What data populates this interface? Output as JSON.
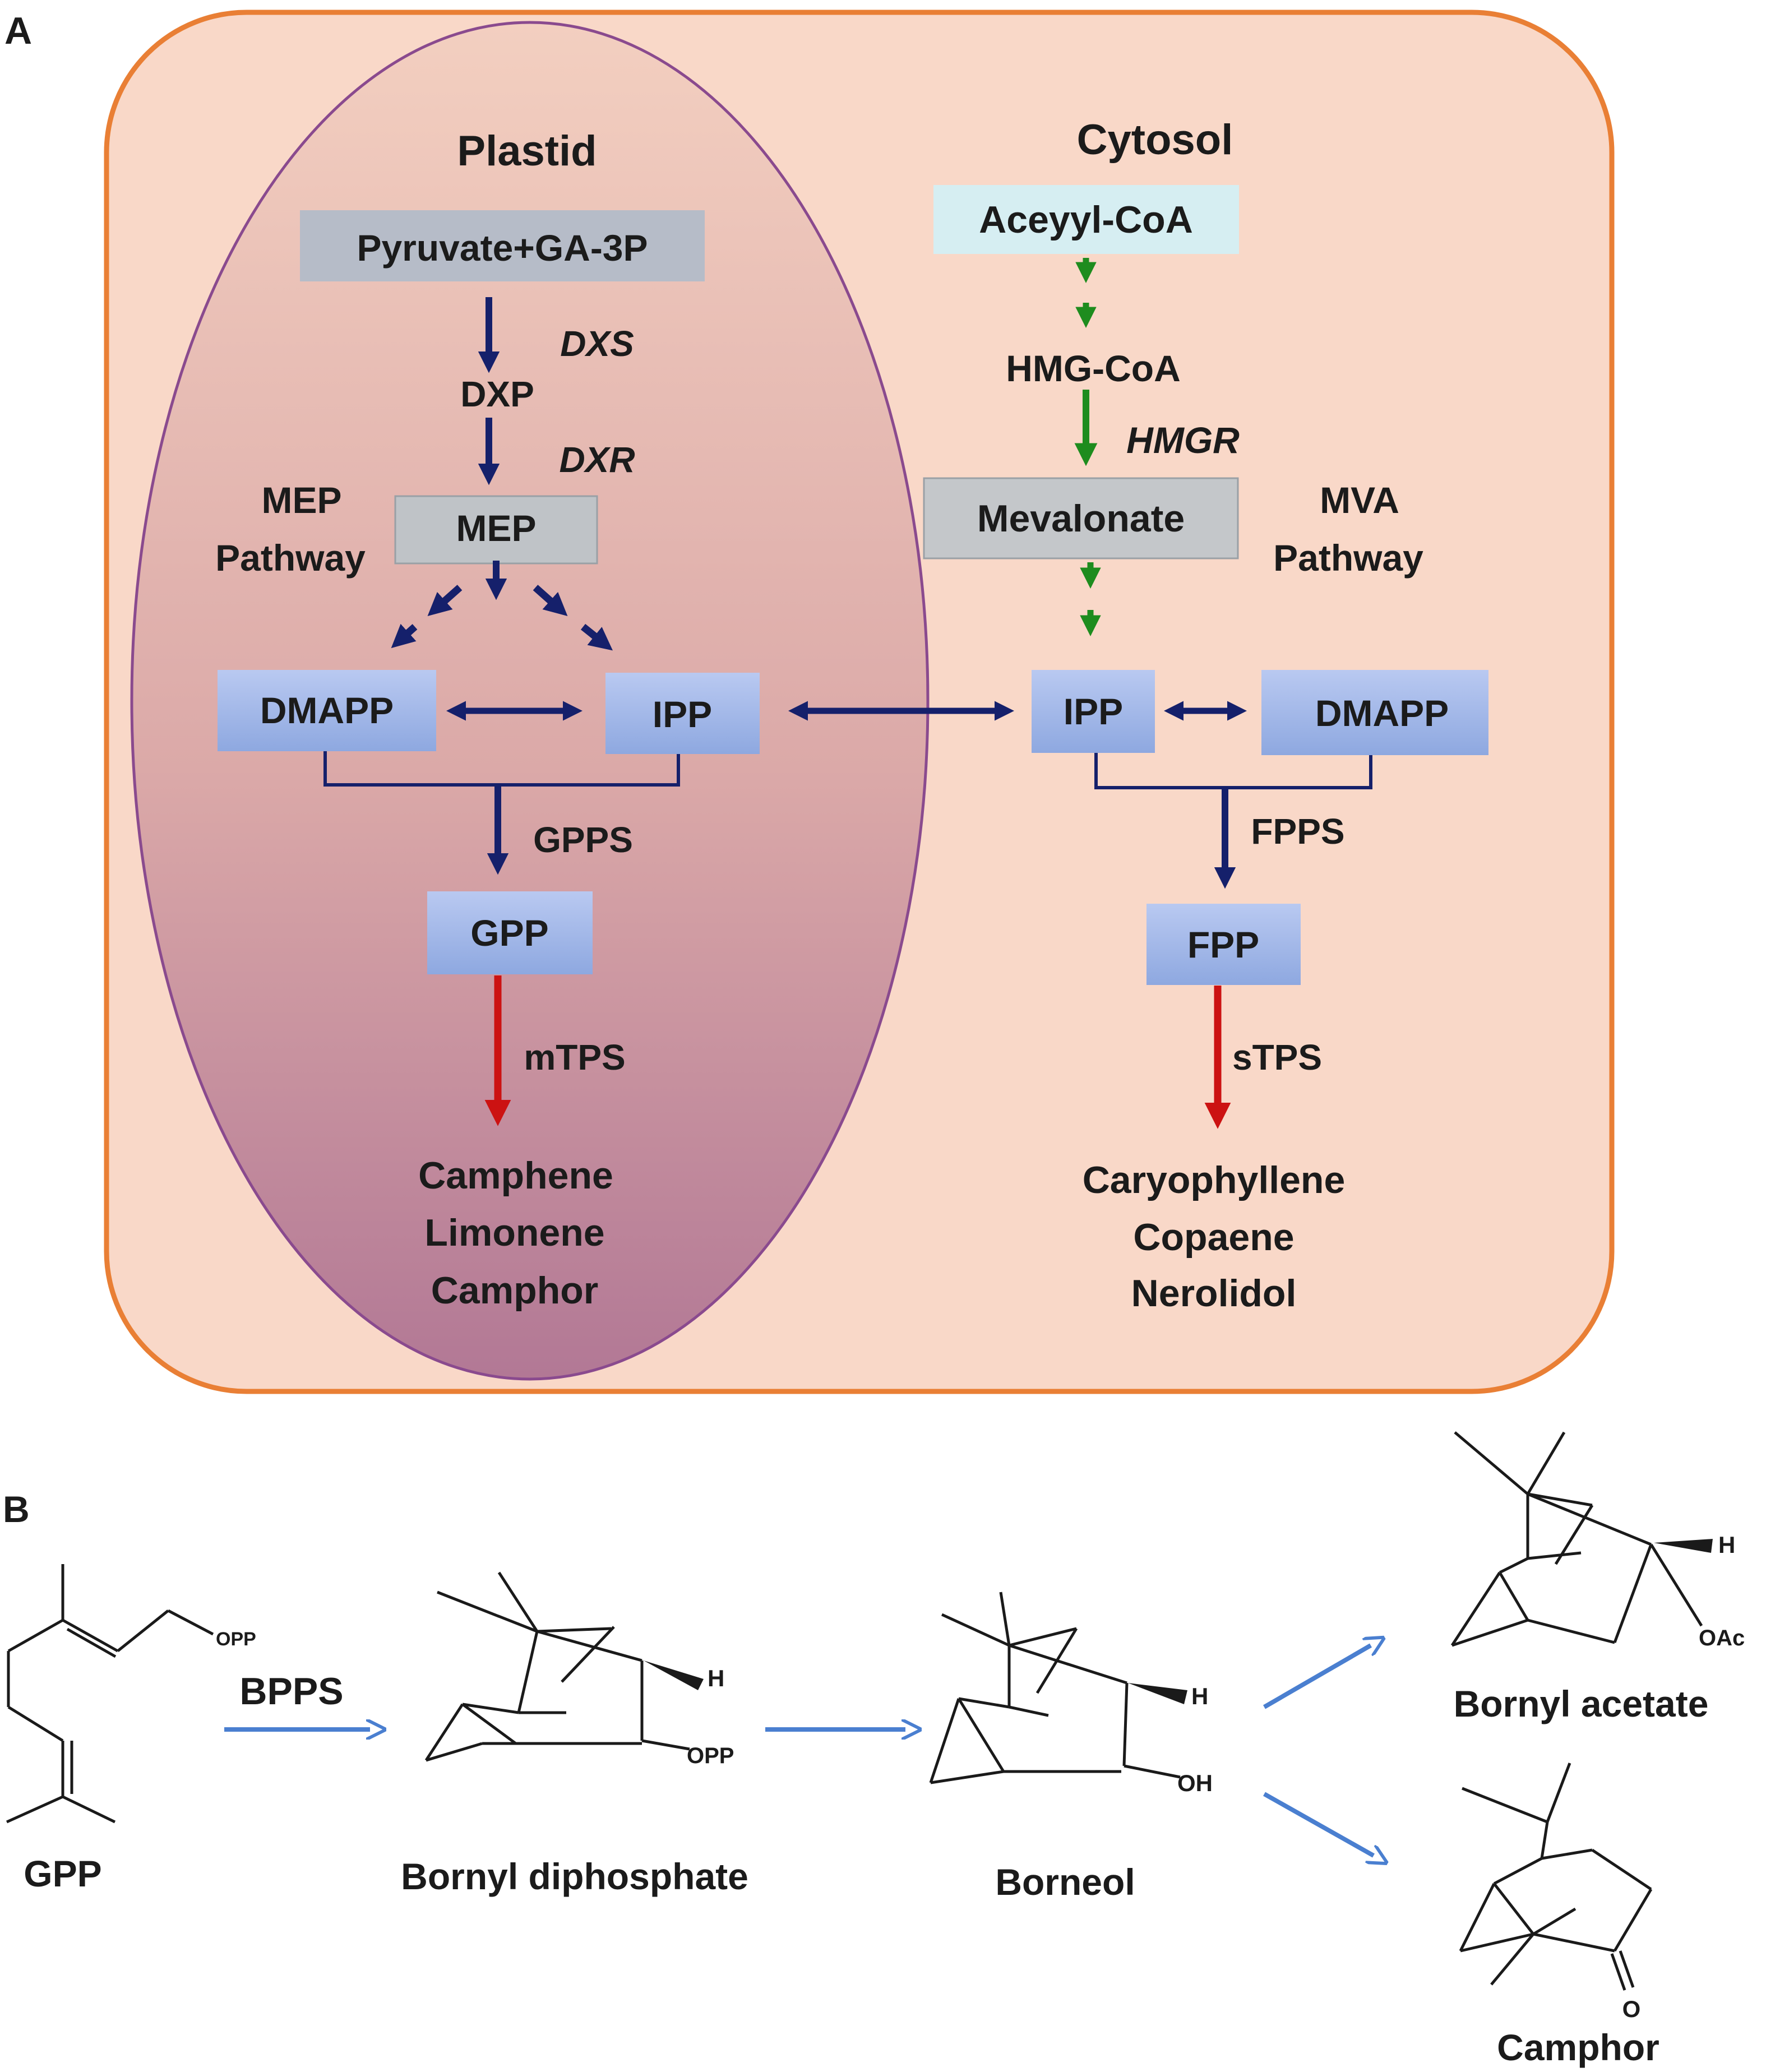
{
  "colors": {
    "cell_fill": "#f9d8c8",
    "cell_border": "#e97f35",
    "plastid_border": "#8a4a8e",
    "plastid_top": "#f3cfc0",
    "plastid_bottom": "#b27895",
    "box_gray": "#bfc3c7",
    "box_light_blue": "#d6eef2",
    "box_blue": "#8ea8e0",
    "box_blue_light": "#b9c9f1",
    "arrow_navy": "#15206b",
    "arrow_green": "#1e8c1e",
    "arrow_red": "#cc1212",
    "arrow_light_blue": "#4a7fd0"
  },
  "panel_a": {
    "label": "A",
    "compartments": {
      "plastid": "Plastid",
      "cytosol": "Cytosol"
    },
    "pathways": {
      "mep": [
        "MEP",
        "Pathway"
      ],
      "mva": [
        "MVA",
        "Pathway"
      ]
    },
    "plastid_nodes": {
      "pyruvate": "Pyruvate+GA-3P",
      "dxp": "DXP",
      "mep": "MEP",
      "dmapp": "DMAPP",
      "ipp": "IPP",
      "gpp": "GPP"
    },
    "cytosol_nodes": {
      "acetyl_coa": "Aceyyl-CoA",
      "hmg_coa": "HMG-CoA",
      "mevalonate": "Mevalonate",
      "ipp": "IPP",
      "dmapp": "DMAPP",
      "fpp": "FPP"
    },
    "enzymes": {
      "dxs": "DXS",
      "dxr": "DXR",
      "hmgr": "HMGR",
      "gpps": "GPPS",
      "fpps": "FPPS",
      "mtps": "mTPS",
      "stps": "sTPS"
    },
    "products_plastid": [
      "Camphene",
      "Limonene",
      "Camphor"
    ],
    "products_cytosol": [
      "Caryophyllene",
      "Copaene",
      "Nerolidol"
    ]
  },
  "panel_b": {
    "label": "B",
    "enzyme": "BPPS",
    "compounds": [
      "GPP",
      "Bornyl diphosphate",
      "Borneol",
      "Bornyl acetate",
      "Camphor"
    ],
    "atom_labels": {
      "opp": "OPP",
      "h": "H",
      "oh": "OH",
      "oac": "OAc",
      "o": "O"
    }
  }
}
